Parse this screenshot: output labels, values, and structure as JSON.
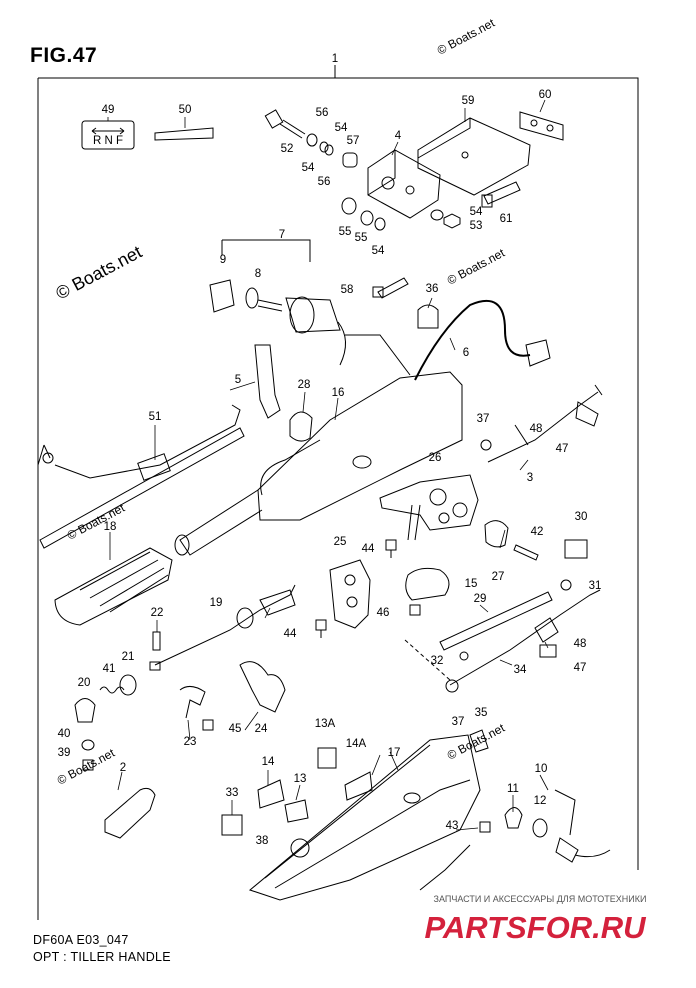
{
  "figure_title": "FIG.47",
  "footer": {
    "code": "DF60A E03_047",
    "caption": "OPT : TILLER HANDLE"
  },
  "watermark": {
    "main": "© Boats.net",
    "small": "© Boats.net"
  },
  "brand": {
    "tagline": "ЗАПЧАСТИ И АКСЕССУАРЫ ДЛЯ МОТОТЕХНИКИ",
    "name": "PARTSFOR.RU",
    "color": "#d4213c"
  },
  "shift_label": "R N F",
  "callouts": [
    {
      "id": "c1",
      "text": "1"
    },
    {
      "id": "c49",
      "text": "49"
    },
    {
      "id": "c50",
      "text": "50"
    },
    {
      "id": "c52",
      "text": "52"
    },
    {
      "id": "c56a",
      "text": "56"
    },
    {
      "id": "c54a",
      "text": "54"
    },
    {
      "id": "c54b",
      "text": "54"
    },
    {
      "id": "c57",
      "text": "57"
    },
    {
      "id": "c56b",
      "text": "56"
    },
    {
      "id": "c4",
      "text": "4"
    },
    {
      "id": "c59",
      "text": "59"
    },
    {
      "id": "c60",
      "text": "60"
    },
    {
      "id": "c55a",
      "text": "55"
    },
    {
      "id": "c55b",
      "text": "55"
    },
    {
      "id": "c54c",
      "text": "54"
    },
    {
      "id": "c54d",
      "text": "54"
    },
    {
      "id": "c53",
      "text": "53"
    },
    {
      "id": "c61",
      "text": "61"
    },
    {
      "id": "c7",
      "text": "7"
    },
    {
      "id": "c9",
      "text": "9"
    },
    {
      "id": "c8",
      "text": "8"
    },
    {
      "id": "c58",
      "text": "58"
    },
    {
      "id": "c36",
      "text": "36"
    },
    {
      "id": "c6",
      "text": "6"
    },
    {
      "id": "c5",
      "text": "5"
    },
    {
      "id": "c28",
      "text": "28"
    },
    {
      "id": "c16",
      "text": "16"
    },
    {
      "id": "c51",
      "text": "51"
    },
    {
      "id": "c37a",
      "text": "37"
    },
    {
      "id": "c48a",
      "text": "48"
    },
    {
      "id": "c47a",
      "text": "47"
    },
    {
      "id": "c3",
      "text": "3"
    },
    {
      "id": "c26",
      "text": "26"
    },
    {
      "id": "c18",
      "text": "18"
    },
    {
      "id": "c30",
      "text": "30"
    },
    {
      "id": "c42",
      "text": "42"
    },
    {
      "id": "c44a",
      "text": "44"
    },
    {
      "id": "c25",
      "text": "25"
    },
    {
      "id": "c27",
      "text": "27"
    },
    {
      "id": "c15",
      "text": "15"
    },
    {
      "id": "c31",
      "text": "31"
    },
    {
      "id": "c22",
      "text": "22"
    },
    {
      "id": "c19",
      "text": "19"
    },
    {
      "id": "c46",
      "text": "46"
    },
    {
      "id": "c29",
      "text": "29"
    },
    {
      "id": "c44b",
      "text": "44"
    },
    {
      "id": "c48b",
      "text": "48"
    },
    {
      "id": "c21",
      "text": "21"
    },
    {
      "id": "c41",
      "text": "41"
    },
    {
      "id": "c32",
      "text": "32"
    },
    {
      "id": "c34",
      "text": "34"
    },
    {
      "id": "c47b",
      "text": "47"
    },
    {
      "id": "c20",
      "text": "20"
    },
    {
      "id": "c23",
      "text": "23"
    },
    {
      "id": "c45",
      "text": "45"
    },
    {
      "id": "c24",
      "text": "24"
    },
    {
      "id": "c37b",
      "text": "37"
    },
    {
      "id": "c35",
      "text": "35"
    },
    {
      "id": "c40",
      "text": "40"
    },
    {
      "id": "c39",
      "text": "39"
    },
    {
      "id": "c13A",
      "text": "13A"
    },
    {
      "id": "c14A",
      "text": "14A"
    },
    {
      "id": "c17",
      "text": "17"
    },
    {
      "id": "c2",
      "text": "2"
    },
    {
      "id": "c14",
      "text": "14"
    },
    {
      "id": "c13",
      "text": "13"
    },
    {
      "id": "c10",
      "text": "10"
    },
    {
      "id": "c12",
      "text": "12"
    },
    {
      "id": "c11",
      "text": "11"
    },
    {
      "id": "c33",
      "text": "33"
    },
    {
      "id": "c43",
      "text": "43"
    },
    {
      "id": "c38",
      "text": "38"
    }
  ]
}
